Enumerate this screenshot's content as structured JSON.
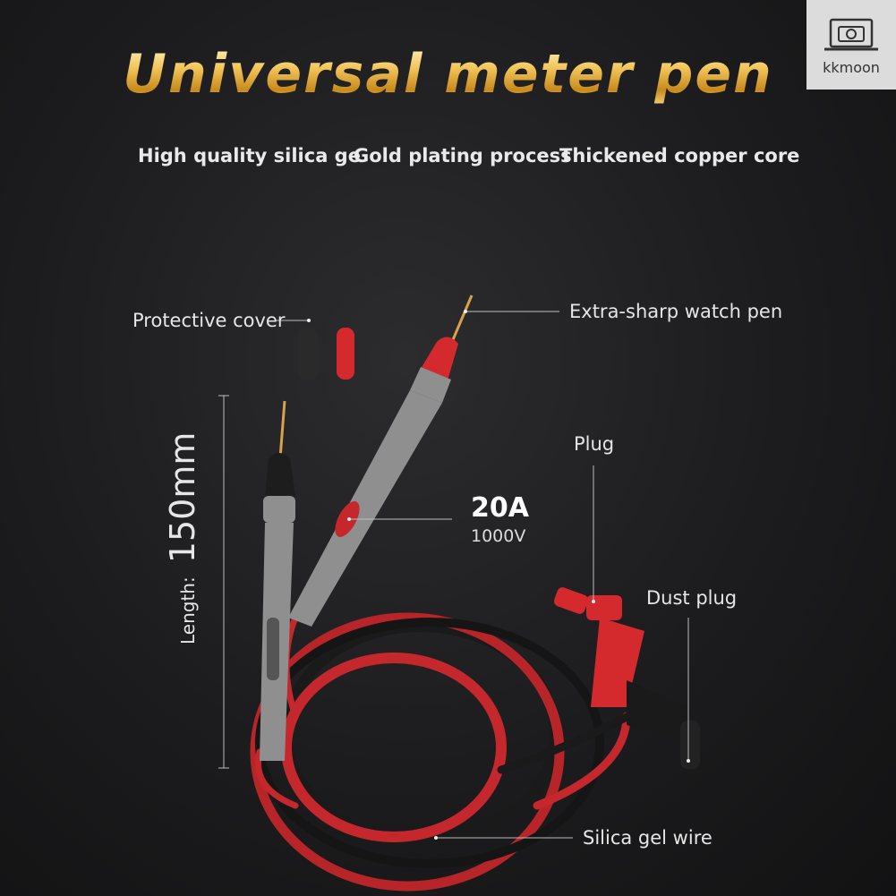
{
  "title": "Universal meter pen",
  "features": [
    "High quality silica ge",
    "Gold plating process",
    "Thickened copper core"
  ],
  "callouts": {
    "protective_cover": "Protective cover",
    "extra_sharp": "Extra-sharp watch pen",
    "plug": "Plug",
    "dust_plug": "Dust plug",
    "silica_wire": "Silica gel wire"
  },
  "rating": {
    "current": "20A",
    "voltage": "1000V"
  },
  "length": {
    "label": "Length:",
    "value": "150mm"
  },
  "logo": {
    "text": "kkmoon",
    "icon": "camera-laptop-icon"
  },
  "colors": {
    "red": "#d42a2e",
    "black": "#1a1a1a",
    "grey": "#8f8f8f",
    "gold": "#e9b84a"
  }
}
